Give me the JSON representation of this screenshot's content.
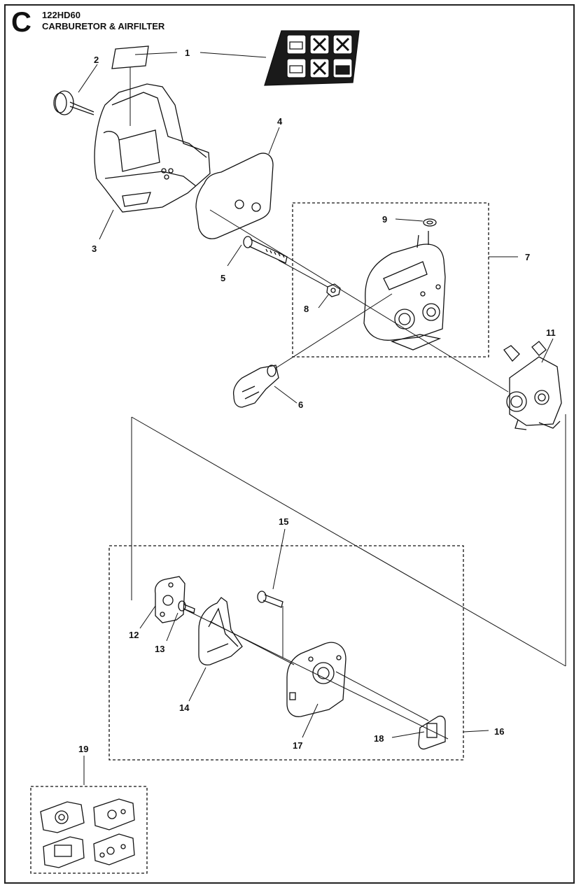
{
  "header": {
    "section_letter": "C",
    "model": "122HD60",
    "title": "CARBURETOR & AIRFILTER"
  },
  "callouts": [
    "1",
    "2",
    "3",
    "4",
    "5",
    "6",
    "7",
    "8",
    "9",
    "11",
    "12",
    "13",
    "14",
    "15",
    "16",
    "17",
    "18",
    "19"
  ],
  "colors": {
    "ink": "#111111",
    "decal": "#1a1a1a",
    "paper": "#ffffff"
  }
}
